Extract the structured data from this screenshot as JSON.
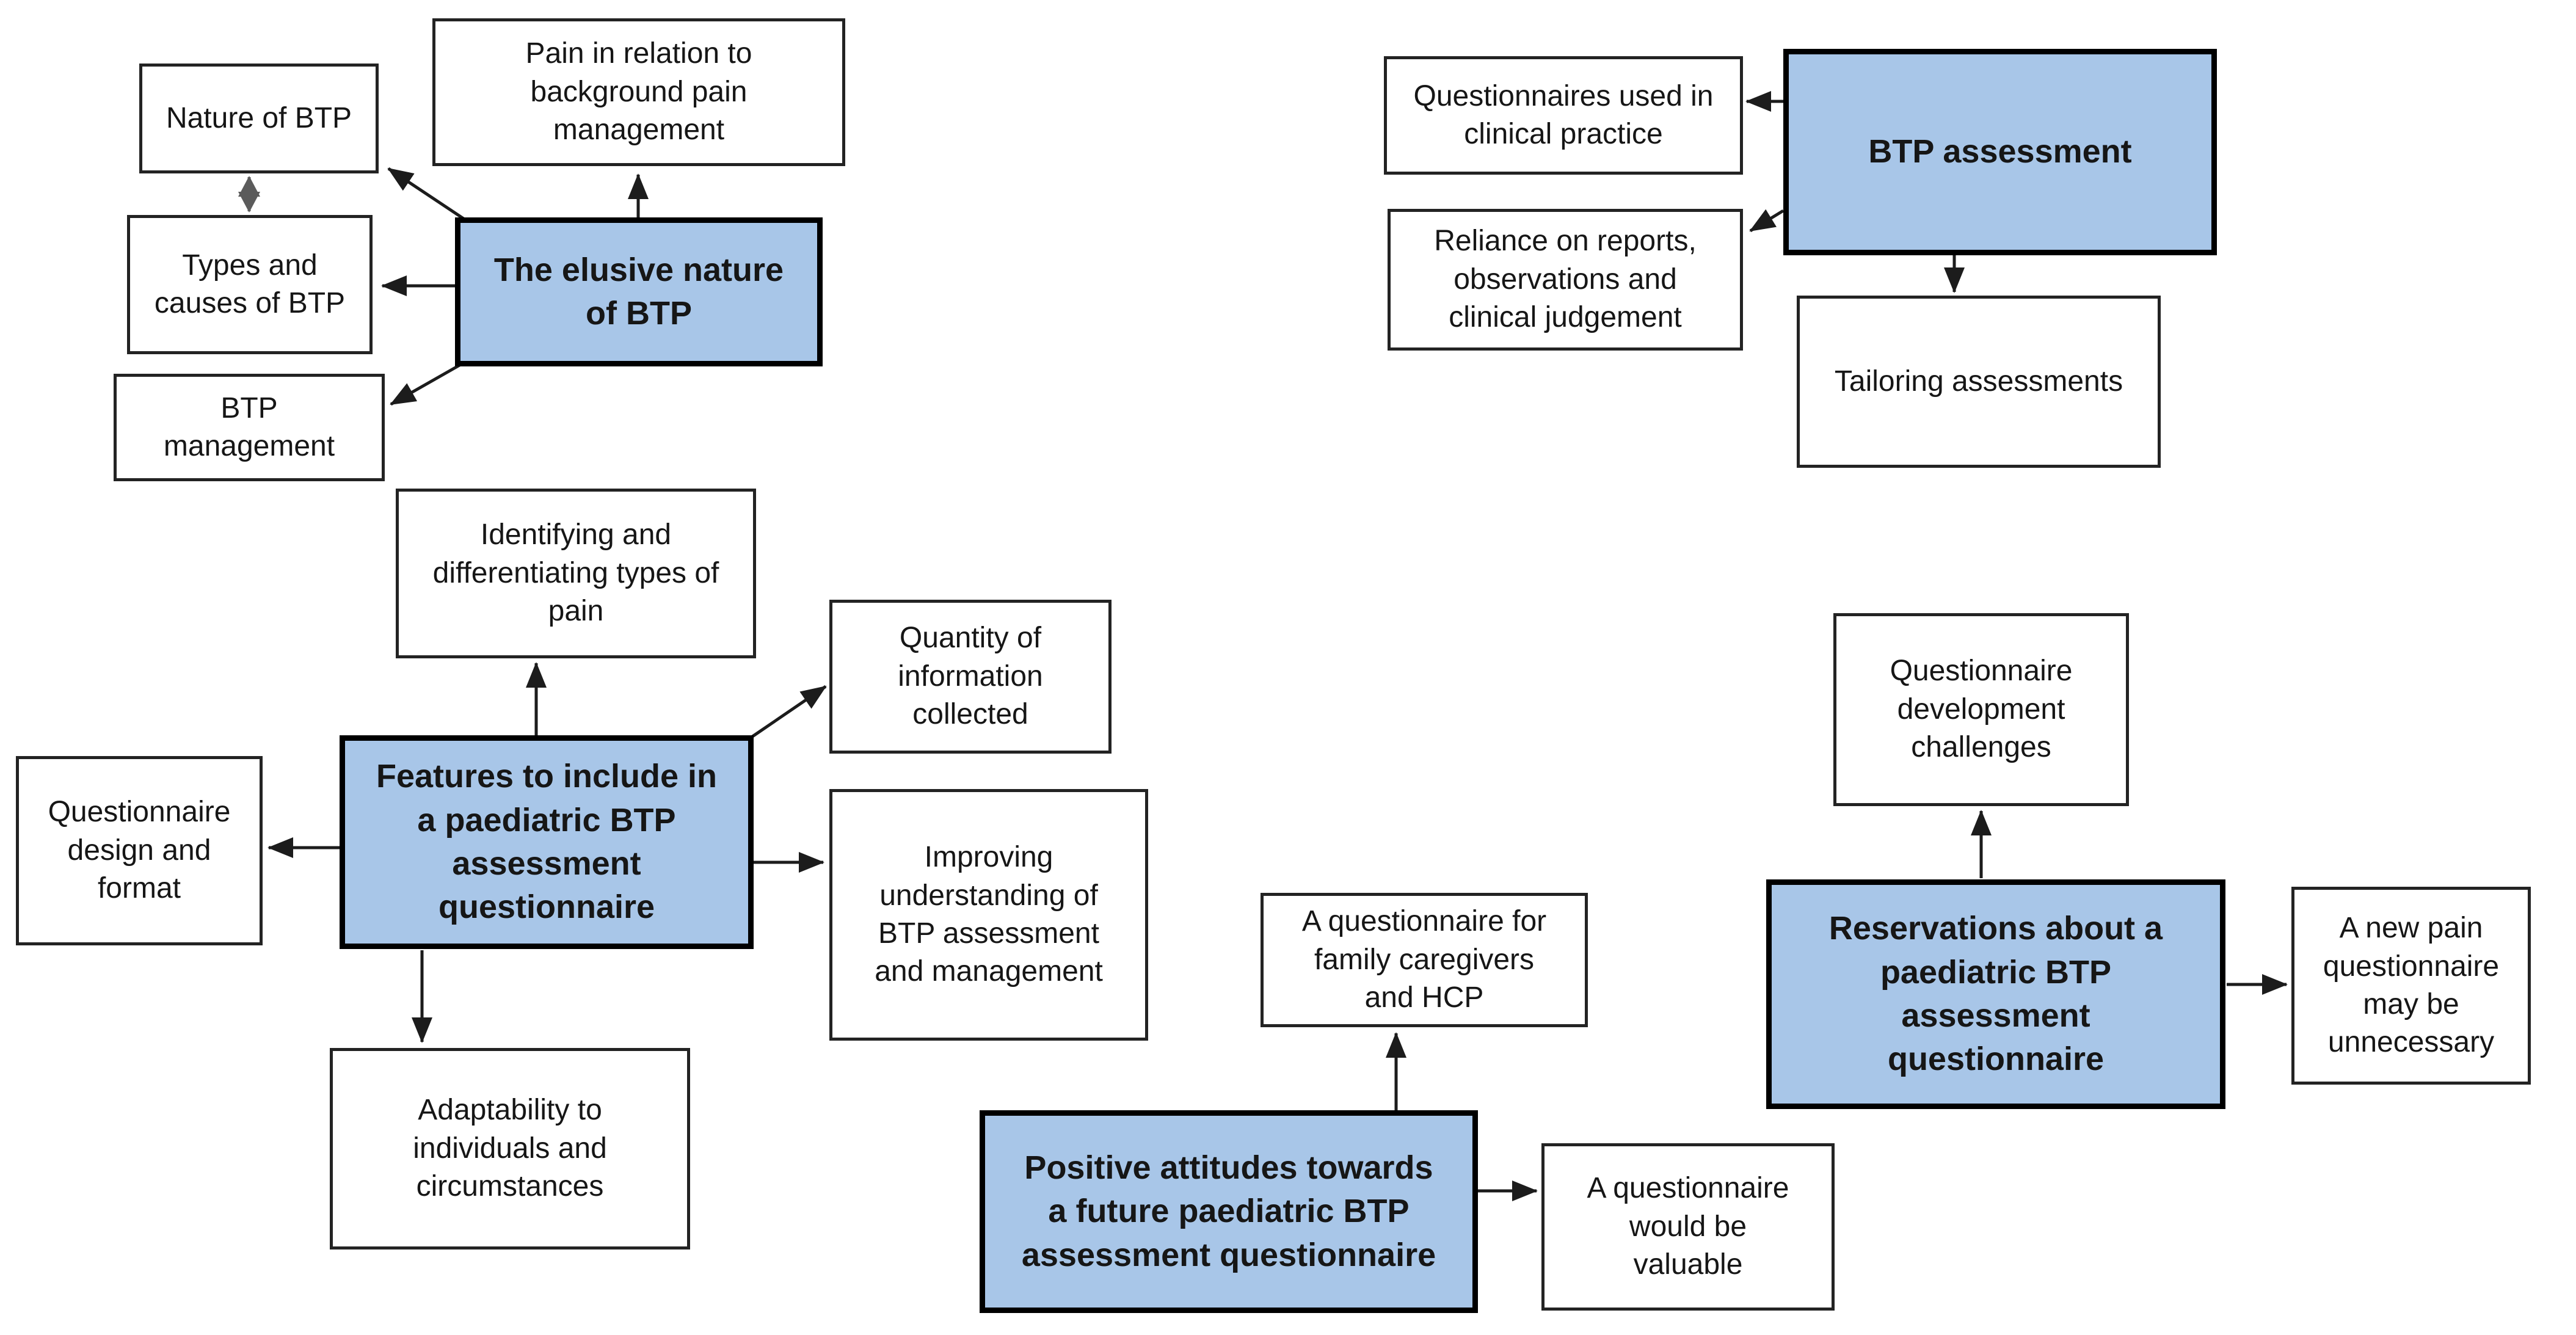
{
  "colors": {
    "background": "#ffffff",
    "hub_fill": "#a8c6e8",
    "hub_border": "#000000",
    "sat_fill": "#ffffff",
    "sat_border": "#232323",
    "arrow_color": "#1c1c1c",
    "double_arrow_color": "#5b5b5b",
    "text_color": "#161616"
  },
  "clusters": {
    "elusive_nature": {
      "hub_label": "The elusive nature\nof BTP",
      "satellites": {
        "nature": "Nature of BTP",
        "pain_relation": "Pain in relation to\nbackground pain\nmanagement",
        "types_causes": "Types and\ncauses of BTP",
        "management": "BTP\nmanagement"
      }
    },
    "btp_assessment": {
      "hub_label": "BTP assessment",
      "satellites": {
        "questionnaires_clinical": "Questionnaires used in\nclinical practice",
        "reliance": "Reliance on reports,\nobservations and\nclinical judgement",
        "tailoring": "Tailoring assessments"
      }
    },
    "features": {
      "hub_label": "Features to include in\na paediatric BTP\nassessment\nquestionnaire",
      "satellites": {
        "identifying": "Identifying and\ndifferentiating types of\npain",
        "quantity": "Quantity of\ninformation\ncollected",
        "design_format": "Questionnaire\ndesign and\nformat",
        "improving": "Improving\nunderstanding of\nBTP assessment\nand management",
        "adaptability": "Adaptability to\nindividuals and\ncircumstances"
      }
    },
    "positive_attitudes": {
      "hub_label": "Positive attitudes towards\na future paediatric BTP\nassessment questionnaire",
      "satellites": {
        "family_hcp": "A questionnaire for\nfamily caregivers\nand HCP",
        "valuable": "A questionnaire\nwould be\nvaluable"
      }
    },
    "reservations": {
      "hub_label": "Reservations about a\npaediatric BTP\nassessment\nquestionnaire",
      "satellites": {
        "dev_challenges": "Questionnaire\ndevelopment\nchallenges",
        "unnecessary": "A new pain\nquestionnaire\nmay be\nunnecessary"
      }
    }
  }
}
